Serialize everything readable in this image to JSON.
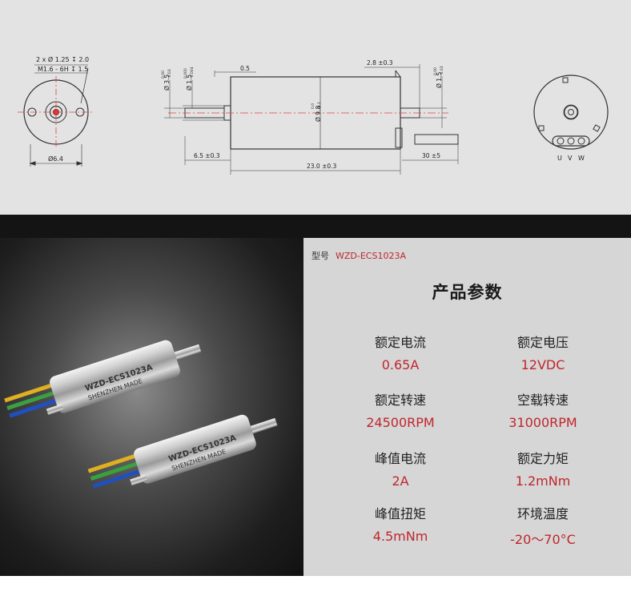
{
  "drawing": {
    "left_view": {
      "note_line1": "2 x Ø 1.25 ↧ 2.0",
      "note_line2": "M1.6 - 6H ↧ 1.5",
      "diameter": "Ø6.4"
    },
    "side_view": {
      "shaft_dia": "Ø 1.5",
      "shaft_tol_top": "0.000",
      "shaft_tol_bottom": "-0.004",
      "boss_dia": "Ø 3.5",
      "boss_tol_top": "0.00",
      "boss_tol_bottom": "-0.03",
      "flange": "0.5",
      "body_dia": "Ø 9.8",
      "body_tol_top": "0.0",
      "body_tol_bottom": "-0.1",
      "shaft_length": "6.5 ±0.3",
      "body_length": "23.0 ±0.3",
      "rear_shaft_length": "2.8 ±0.3",
      "rear_shaft_dia": "Ø 1.5",
      "rear_tol_top": "0.00",
      "rear_tol_bottom": "-0.03",
      "lead_length": "30 ±5"
    },
    "right_view": {
      "pins": [
        "U",
        "V",
        "W"
      ]
    }
  },
  "photo": {
    "motor1_label1": "WZD-ECS1023A",
    "motor1_label2": "SHENZHEN MADE",
    "motor2_label1": "WZD-ECS1023A",
    "motor2_label2": "SHENZHEN MADE"
  },
  "panel": {
    "model_label": "型号",
    "model_value": "WZD-ECS1023A",
    "title": "产品参数",
    "params": [
      {
        "label": "额定电流",
        "value": "0.65A"
      },
      {
        "label": "额定电压",
        "value": "12VDC"
      },
      {
        "label": "额定转速",
        "value": "24500RPM"
      },
      {
        "label": "空载转速",
        "value": "31000RPM"
      },
      {
        "label": "峰值电流",
        "value": "2A"
      },
      {
        "label": "额定力矩",
        "value": "1.2mNm"
      },
      {
        "label": "峰值扭矩",
        "value": "4.5mNm"
      },
      {
        "label": "环境温度",
        "value": "-20～70°C"
      }
    ]
  },
  "colors": {
    "accent": "#c0262c",
    "drawing_bg": "#e3e3e3",
    "panel_bg": "#d6d6d6",
    "centerline": "#e04040"
  }
}
